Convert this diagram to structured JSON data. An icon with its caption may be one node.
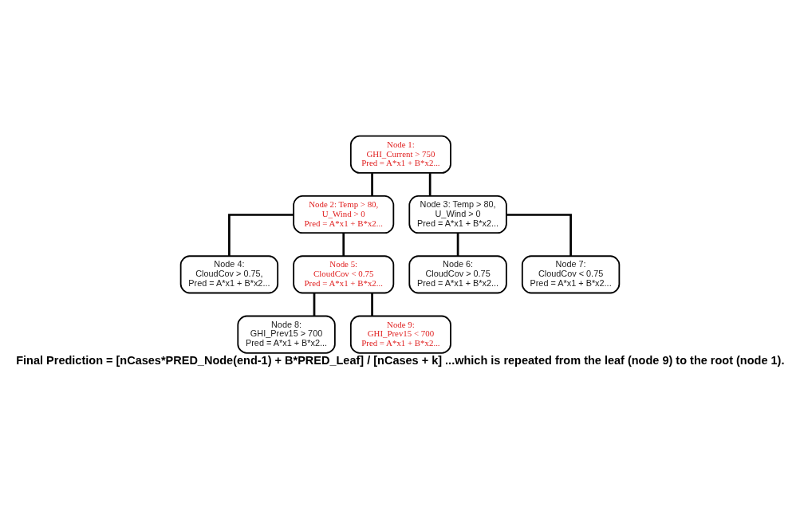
{
  "diagram": {
    "caption": "Final Prediction = [nCases*PRED_Node(end-1) + B*PRED_Leaf] / [nCases + k] ...which is repeated from the leaf (node 9) to the root (node 1).",
    "nodes": [
      {
        "text": [
          "Node 1:",
          "GHI_Current > 750",
          "Pred = A*x1 + B*x2..."
        ]
      },
      {
        "text": [
          "Node 2: Temp > 80,",
          "U_Wind > 0",
          "Pred = A*x1 + B*x2..."
        ]
      },
      {
        "text": [
          "Node 3: Temp > 80,",
          "U_Wind > 0",
          "Pred = A*x1 + B*x2..."
        ]
      },
      {
        "text": [
          "Node 4:",
          "CloudCov > 0.75,",
          "Pred = A*x1 + B*x2..."
        ]
      },
      {
        "text": [
          "Node 5:",
          "CloudCov < 0.75",
          "Pred = A*x1 + B*x2..."
        ]
      },
      {
        "text": [
          "Node 6:",
          "CloudCov > 0.75",
          "Pred = A*x1 + B*x2..."
        ]
      },
      {
        "text": [
          "Node 7:",
          "CloudCov < 0.75",
          "Pred = A*x1 + B*x2..."
        ]
      },
      {
        "text": [
          "Node 8:",
          "GHI_Prev15 > 700",
          "Pred = A*x1 + B*x2..."
        ]
      },
      {
        "text": [
          "Node 9:",
          "GHI_Prev15 < 700",
          "Pred = A*x1 + B*x2..."
        ]
      }
    ],
    "edges": [
      {
        "from": 0,
        "to": 1,
        "arrow": "none"
      },
      {
        "from": 0,
        "to": 2,
        "arrow": "none"
      },
      {
        "from": 1,
        "to": 3,
        "arrow": "none"
      },
      {
        "from": 1,
        "to": 4,
        "arrow": "none"
      },
      {
        "from": 2,
        "to": 5,
        "arrow": "none"
      },
      {
        "from": 2,
        "to": 6,
        "arrow": "none"
      },
      {
        "from": 4,
        "to": 7,
        "arrow": "none"
      },
      {
        "from": 4,
        "to": 8,
        "arrow": "none"
      }
    ]
  }
}
